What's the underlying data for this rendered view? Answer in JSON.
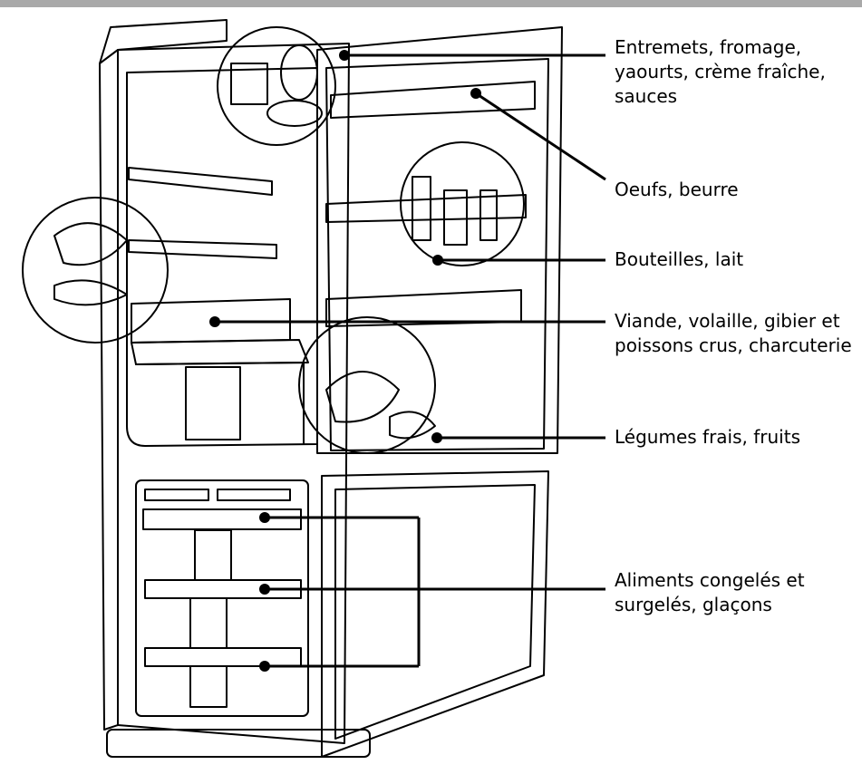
{
  "colors": {
    "top_bar": "#a9a9a9",
    "ink": "#000000",
    "paper": "#ffffff"
  },
  "labels": {
    "dairy": "Entremets, fromage,\nyaourts, crème fraîche,\nsauces",
    "eggs": "Oeufs, beurre",
    "bottles": "Bouteilles, lait",
    "meat": "Viande, volaille, gibier et\npoissons crus, charcuterie",
    "vegetables": "Légumes frais, fruits",
    "frozen": "Aliments congelés et\nsurgelés, glaçons"
  }
}
